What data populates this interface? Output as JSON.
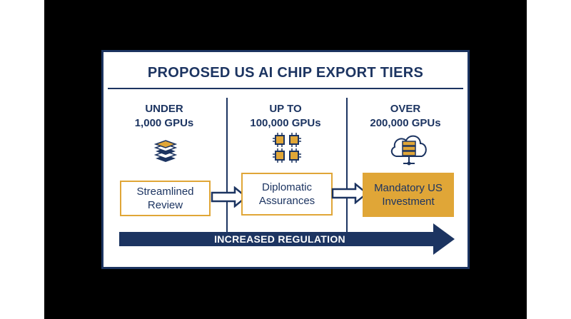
{
  "title": "PROPOSED US AI CHIP EXPORT TIERS",
  "tiers": [
    {
      "heading_line1": "UNDER",
      "heading_line2": "1,000 GPUs",
      "icon": "stacked-layers-icon",
      "box_line1": "Streamlined",
      "box_line2": "Review",
      "box_style": "outline"
    },
    {
      "heading_line1": "UP TO",
      "heading_line2": "100,000 GPUs",
      "icon": "chip-grid-icon",
      "box_line1": "Diplomatic",
      "box_line2": "Assurances",
      "box_style": "outline"
    },
    {
      "heading_line1": "OVER",
      "heading_line2": "200,000 GPUs",
      "icon": "cloud-server-icon",
      "box_line1": "Mandatory US",
      "box_line2": "Investment",
      "box_style": "filled"
    }
  ],
  "regulation_label": "INCREASED REGULATION",
  "colors": {
    "navy": "#1c3461",
    "gold": "#e0a637",
    "frame": "#000000",
    "background": "#ffffff"
  }
}
